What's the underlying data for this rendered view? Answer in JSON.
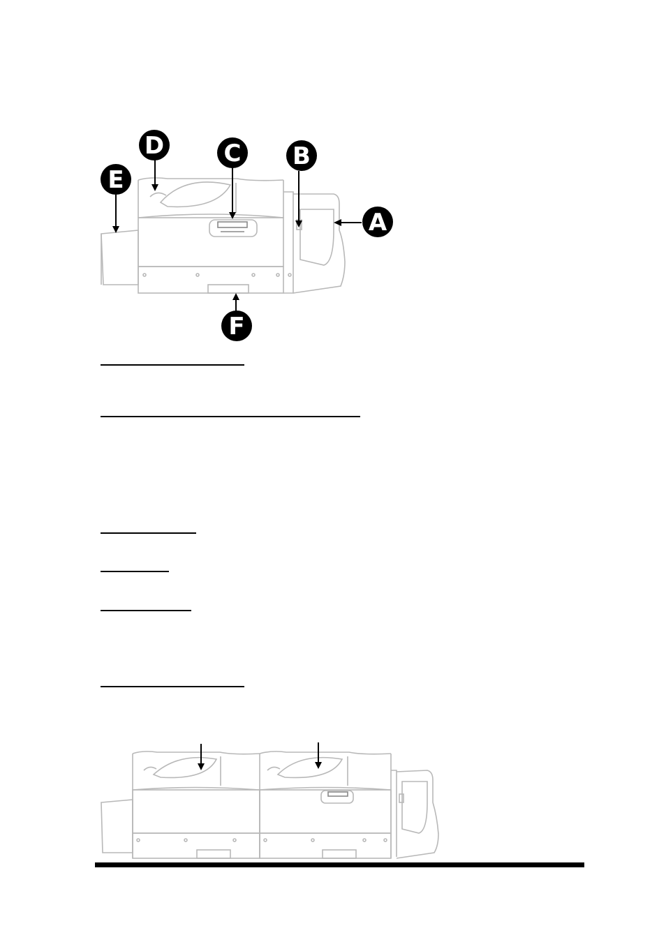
{
  "figure1": {
    "callouts": [
      {
        "id": "A",
        "label": "A"
      },
      {
        "id": "B",
        "label": "B"
      },
      {
        "id": "C",
        "label": "C"
      },
      {
        "id": "D",
        "label": "D"
      },
      {
        "id": "E",
        "label": "E"
      },
      {
        "id": "F",
        "label": "F"
      }
    ]
  },
  "colors": {
    "ink": "#000000",
    "outline": "#b8b8b8",
    "paper": "#ffffff"
  }
}
